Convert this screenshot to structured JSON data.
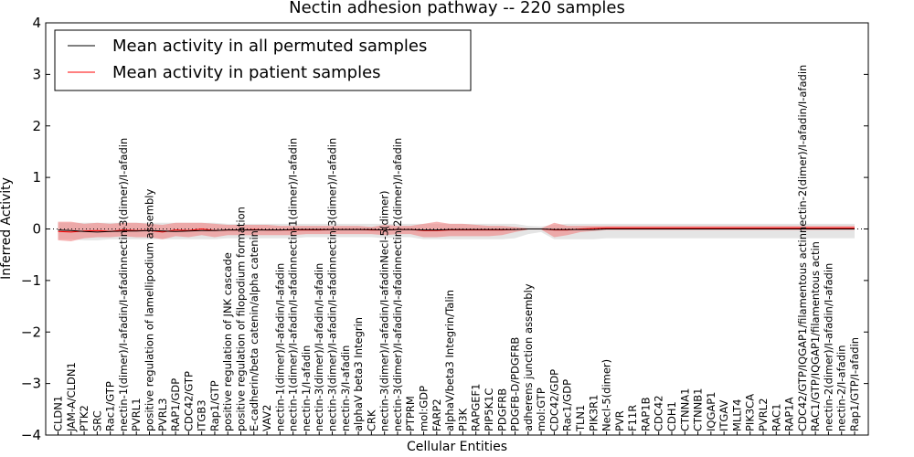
{
  "chart_data": {
    "type": "line",
    "title": "Nectin adhesion pathway -- 220 samples",
    "xlabel": "Cellular Entities",
    "ylabel": "Inferred Activity",
    "ylim": [
      -4,
      4
    ],
    "yticks": [
      -4,
      -3,
      -2,
      -1,
      0,
      1,
      2,
      3,
      4
    ],
    "grid": false,
    "legend_position": "top-left",
    "categories": [
      "CLDN1",
      "JAM-A/CLDN1",
      "PTK2",
      "SRC",
      "Rac1/GTP",
      "nectin-1(dimer)/I-afadin/I-afadin",
      "PVRL1",
      "positive regulation of lamellipodium assembly",
      "PVRL3",
      "RAP1/GDP",
      "CDC42/GTP",
      "ITGB3",
      "Rap1/GTP",
      "positive regulation of JNK cascade",
      "positive regulation of filopodium formation",
      "E-cadherin/beta catenin/alpha catenin",
      "VAV2",
      "nectin-1(dimer)/I-afadin/I-afadin",
      "nectin-1(dimer)/I-afadin/I-afadin",
      "nectin-1/I-afadin",
      "nectin-3(dimer)/I-afadin/I-afadin",
      "nectin-3(dimer)/I-afadin/I-afadin",
      "nectin-3/I-afadin",
      "alphaV beta3 Integrin",
      "CRK",
      "nectin-3(dimer)/I-afadin/I-afadin",
      "nectin-3(dimer)/I-afadin/I-afadin",
      "PTPRM",
      "mol:GDP",
      "FARP2",
      "alphaV/beta3 Integrin/Talin",
      "PI3K",
      "RAPGEF1",
      "PIP5K1C",
      "PDGFRB",
      "PDGFB-D/PDGFRB",
      "adherens junction assembly",
      "mol:GTP",
      "CDC42/GDP",
      "Rac1/GDP",
      "TLN1",
      "PIK3R1",
      "Necl-5(dimer)",
      "PVR",
      "F11R",
      "RAP1B",
      "CDC42",
      "CDH1",
      "CTNNA1",
      "CTNNB1",
      "IQGAP1",
      "ITGAV",
      "MLLT4",
      "PIK3CA",
      "PVRL2",
      "RAC1",
      "RAP1A",
      "CDC42/GTP/IQGAP1/filamentous actin",
      "RAC1/GTP/IQGAP1/filamentous actin",
      "nectin-2(dimer)/I-afadin/I-afadin",
      "nectin-2/I-afadin",
      "Rap1/GTP/I-afadin"
    ],
    "stacked_labels": [
      {
        "index": 5,
        "text": "nectin-3(dimer)/I-afadin"
      },
      {
        "index": 18,
        "text": "nectin-1(dimer)/I-afadin"
      },
      {
        "index": 21,
        "text": "nectin-3(dimer)/I-afadin"
      },
      {
        "index": 25,
        "text": "Necl-5(dimer)"
      },
      {
        "index": 26,
        "text": "nectin-2(dimer)/I-afadin"
      },
      {
        "index": 57,
        "text": "nectin-2(dimer)/I-afadin/I-afadin"
      }
    ],
    "series": [
      {
        "name": "Mean activity in all permuted samples",
        "color": "#000000",
        "values": [
          -0.02,
          -0.03,
          -0.05,
          -0.06,
          -0.05,
          -0.04,
          -0.04,
          -0.03,
          -0.04,
          -0.05,
          -0.04,
          -0.03,
          -0.03,
          -0.02,
          -0.02,
          -0.02,
          -0.02,
          -0.02,
          -0.01,
          -0.01,
          -0.01,
          -0.01,
          -0.01,
          -0.01,
          -0.01,
          -0.02,
          -0.01,
          -0.01,
          -0.02,
          -0.02,
          -0.01,
          -0.01,
          -0.01,
          -0.01,
          -0.01,
          -0.01,
          0,
          0,
          -0.01,
          -0.01,
          -0.01,
          -0.01,
          0,
          0,
          0,
          0,
          0,
          0,
          0,
          0,
          0,
          0,
          0,
          0,
          0,
          0,
          0,
          0,
          0,
          0,
          0,
          0
        ],
        "band": {
          "color": "#cfcfcf",
          "upper": [
            0.12,
            0.12,
            0.12,
            0.12,
            0.12,
            0.12,
            0.12,
            0.12,
            0.12,
            0.12,
            0.12,
            0.12,
            0.12,
            0.1,
            0.1,
            0.1,
            0.1,
            0.1,
            0.1,
            0.1,
            0.1,
            0.1,
            0.1,
            0.1,
            0.1,
            0.1,
            0.1,
            0.1,
            0.1,
            0.1,
            0.1,
            0.1,
            0.1,
            0.1,
            0.1,
            0.1,
            0.06,
            0.05,
            0.08,
            0.1,
            0.1,
            0.1,
            0.1,
            0.1,
            0.1,
            0.1,
            0.1,
            0.1,
            0.1,
            0.1,
            0.1,
            0.1,
            0.1,
            0.1,
            0.1,
            0.1,
            0.1,
            0.1,
            0.1,
            0.1,
            0.1,
            0.1
          ],
          "lower": [
            -0.2,
            -0.2,
            -0.22,
            -0.22,
            -0.2,
            -0.2,
            -0.2,
            -0.2,
            -0.2,
            -0.2,
            -0.2,
            -0.2,
            -0.2,
            -0.18,
            -0.18,
            -0.18,
            -0.18,
            -0.18,
            -0.18,
            -0.16,
            -0.16,
            -0.16,
            -0.16,
            -0.16,
            -0.16,
            -0.18,
            -0.16,
            -0.16,
            -0.2,
            -0.2,
            -0.2,
            -0.2,
            -0.2,
            -0.2,
            -0.2,
            -0.18,
            -0.1,
            -0.06,
            -0.2,
            -0.2,
            -0.2,
            -0.2,
            -0.18,
            -0.18,
            -0.18,
            -0.18,
            -0.18,
            -0.18,
            -0.18,
            -0.18,
            -0.18,
            -0.18,
            -0.18,
            -0.18,
            -0.18,
            -0.18,
            -0.18,
            -0.18,
            -0.18,
            -0.18,
            -0.18,
            -0.18
          ]
        }
      },
      {
        "name": "Mean activity in patient samples",
        "color": "#ff0000",
        "values": [
          -0.05,
          -0.06,
          -0.04,
          -0.03,
          -0.05,
          -0.02,
          -0.03,
          -0.03,
          -0.06,
          -0.02,
          -0.03,
          0,
          -0.03,
          -0.02,
          -0.02,
          -0.01,
          -0.02,
          -0.02,
          -0.02,
          -0.02,
          -0.02,
          -0.01,
          -0.01,
          -0.01,
          -0.02,
          -0.02,
          -0.01,
          -0.01,
          -0.03,
          -0.03,
          -0.02,
          -0.02,
          -0.02,
          -0.02,
          -0.02,
          -0.01,
          0,
          0,
          -0.02,
          -0.02,
          0,
          0.01,
          0.02,
          0.02,
          0.02,
          0.02,
          0.02,
          0.02,
          0.02,
          0.02,
          0.02,
          0.02,
          0.02,
          0.02,
          0.02,
          0.02,
          0.02,
          0.02,
          0.02,
          0.02,
          0.02,
          0.02
        ],
        "band": {
          "color": "#f08080",
          "upper": [
            0.14,
            0.14,
            0.1,
            0.12,
            0.1,
            0.12,
            0.12,
            0.1,
            0.08,
            0.12,
            0.12,
            0.12,
            0.1,
            0.08,
            0.08,
            0.08,
            0.08,
            0.06,
            0.06,
            0.06,
            0.06,
            0.06,
            0.06,
            0.06,
            0.04,
            0.08,
            0.06,
            0.06,
            0.1,
            0.14,
            0.1,
            0.1,
            0.08,
            0.06,
            0.06,
            0.04,
            0.01,
            0.01,
            0.12,
            0.06,
            0.06,
            0.06,
            0.06,
            0.06,
            0.06,
            0.06,
            0.06,
            0.06,
            0.06,
            0.06,
            0.06,
            0.06,
            0.06,
            0.06,
            0.06,
            0.06,
            0.06,
            0.06,
            0.06,
            0.06,
            0.06,
            0.06
          ],
          "lower": [
            -0.22,
            -0.24,
            -0.18,
            -0.16,
            -0.16,
            -0.14,
            -0.16,
            -0.16,
            -0.2,
            -0.14,
            -0.16,
            -0.12,
            -0.16,
            -0.12,
            -0.12,
            -0.12,
            -0.12,
            -0.12,
            -0.12,
            -0.1,
            -0.1,
            -0.1,
            -0.1,
            -0.1,
            -0.1,
            -0.12,
            -0.1,
            -0.1,
            -0.16,
            -0.16,
            -0.14,
            -0.14,
            -0.14,
            -0.14,
            -0.12,
            -0.06,
            -0.01,
            -0.01,
            -0.16,
            -0.12,
            -0.06,
            -0.04,
            -0.02,
            -0.02,
            -0.02,
            -0.02,
            -0.02,
            -0.02,
            -0.02,
            -0.02,
            -0.02,
            -0.02,
            -0.02,
            -0.02,
            -0.02,
            -0.02,
            -0.02,
            -0.02,
            -0.02,
            -0.02,
            -0.02,
            -0.02
          ]
        }
      }
    ],
    "reference_line": {
      "y": 0,
      "style": "dotted",
      "color": "#000000"
    }
  }
}
